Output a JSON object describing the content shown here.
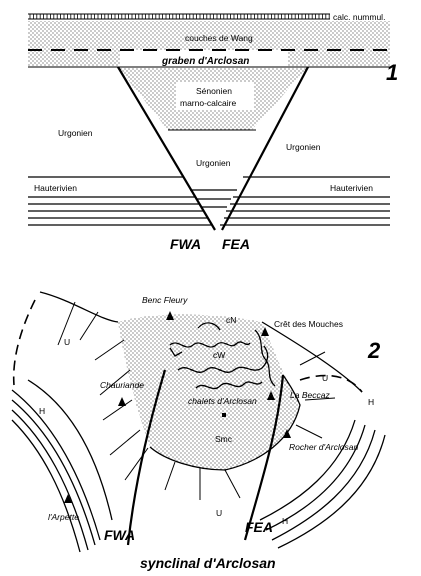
{
  "panel1": {
    "number": "1",
    "labels": {
      "calc_nummul": "calc. nummul.",
      "couches_wang": "couches de Wang",
      "graben": "graben d'Arclosan",
      "senonien": "Sénonien",
      "marno_calcaire": "marno-calcaire",
      "urgonien_left": "Urgonien",
      "urgonien_center": "Urgonien",
      "urgonien_right": "Urgonien",
      "hauterivien_left": "Hauterivien",
      "hauterivien_right": "Hauterivien",
      "fwa": "FWA",
      "fea": "FEA"
    }
  },
  "panel2": {
    "number": "2",
    "labels": {
      "benc_fleury": "Benc Fleury",
      "cn": "cN",
      "cw": "cW",
      "cret_des_mouches": "Crêt des Mouches",
      "u_top_left": "U",
      "u_top_right": "U",
      "u_bottom": "U",
      "chauriande": "Chauriande",
      "chalets": "chalets d'Arclosan",
      "smc": "Smc",
      "la_beccaz": "La Beccaz",
      "rocher": "Rocher d'Arclosan",
      "h_left": "H",
      "h_right": "H",
      "h_bottom": "H",
      "arpette": "l'Arpette",
      "fwa": "FWA",
      "fea": "FEA",
      "caption": "synclinal d'Arclosan"
    }
  }
}
